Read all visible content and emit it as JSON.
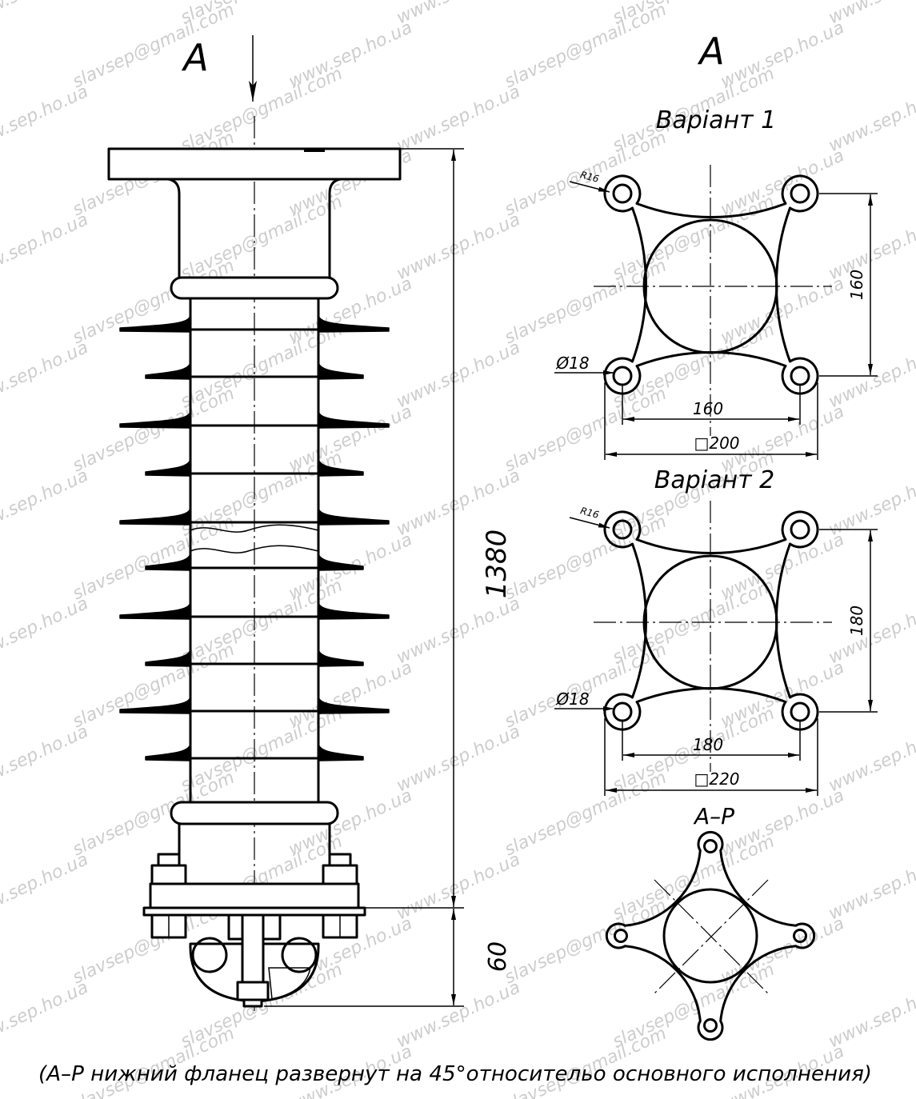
{
  "view_labels": {
    "arrow_label": "А",
    "view_label": "А"
  },
  "insulator": {
    "overall_length": "1380",
    "fitting_length": "60"
  },
  "variant_1": {
    "title": "Варіант 1",
    "lobe_radius": "R16",
    "hole_diameter": "Ø18",
    "hole_spacing_vertical": "160",
    "hole_spacing_horizontal": "160",
    "flange_size": "□200"
  },
  "variant_2": {
    "title": "Варіант 2",
    "lobe_radius": "R16",
    "hole_diameter": "Ø18",
    "hole_spacing_vertical": "180",
    "hole_spacing_horizontal": "180",
    "flange_size": "□220"
  },
  "rotated_flange": {
    "title": "А–Р"
  },
  "caption": "(А–Р нижний фланец развернут на 45°относительо основного исполнения)",
  "watermarks": [
    "www.sep.ho.ua",
    "slavsep@gmail.com"
  ],
  "colors": {
    "line": "#000000",
    "watermark": "#cdcdcd",
    "background": "#ffffff"
  }
}
